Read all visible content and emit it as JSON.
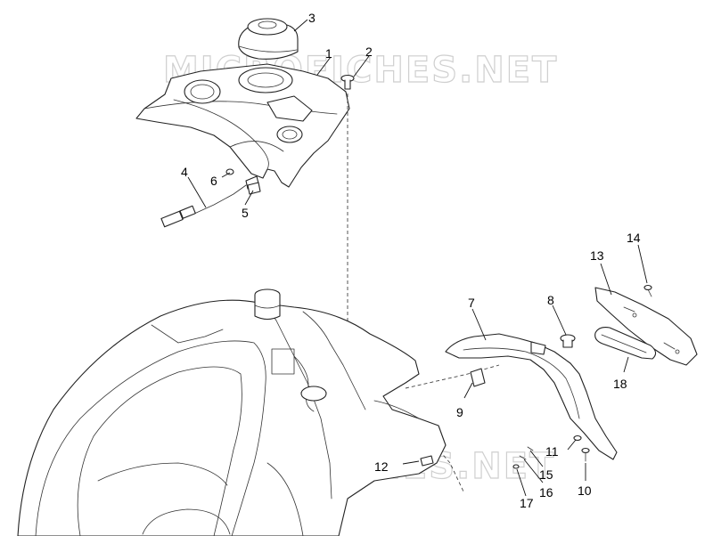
{
  "watermark": "MICROFICHES.NET",
  "callouts": [
    {
      "id": "1",
      "label": "1"
    },
    {
      "id": "2",
      "label": "2"
    },
    {
      "id": "3",
      "label": "3"
    },
    {
      "id": "4",
      "label": "4"
    },
    {
      "id": "5",
      "label": "5"
    },
    {
      "id": "6",
      "label": "6"
    },
    {
      "id": "7",
      "label": "7"
    },
    {
      "id": "8",
      "label": "8"
    },
    {
      "id": "9",
      "label": "9"
    },
    {
      "id": "10",
      "label": "10"
    },
    {
      "id": "11",
      "label": "11"
    },
    {
      "id": "12",
      "label": "12"
    },
    {
      "id": "13",
      "label": "13"
    },
    {
      "id": "14",
      "label": "14"
    },
    {
      "id": "15",
      "label": "15"
    },
    {
      "id": "16",
      "label": "16"
    },
    {
      "id": "17",
      "label": "17"
    },
    {
      "id": "18",
      "label": "18"
    }
  ]
}
